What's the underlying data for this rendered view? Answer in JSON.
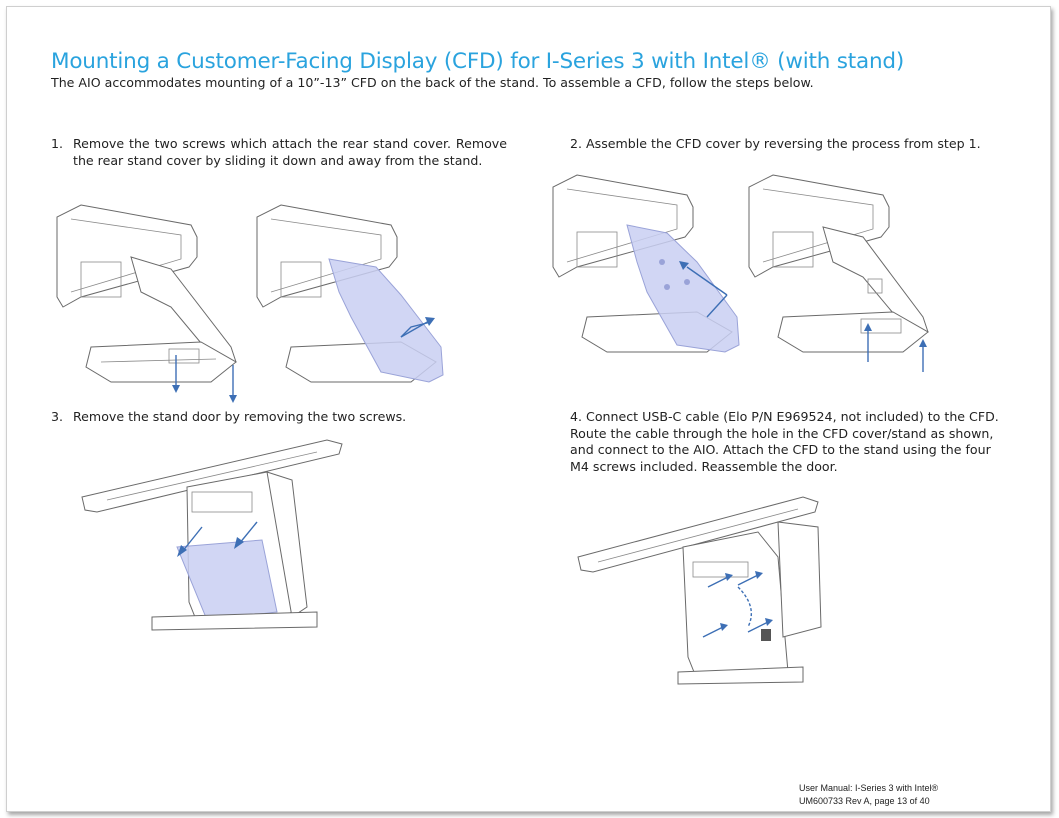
{
  "page": {
    "title": "Mounting a Customer-Facing Display (CFD) for I-Series 3 with Intel® (with stand)",
    "intro": "The AIO accommodates mounting of a 10”-13” CFD on the back of the stand.  To assemble a CFD, follow the steps below."
  },
  "steps": [
    {
      "number": "1.",
      "text": "Remove the two screws which attach the rear stand cover. Remove the rear stand cover by sliding it down and away from the stand."
    },
    {
      "number": "2.",
      "text": "Assemble the CFD cover by reversing the process from step 1."
    },
    {
      "number": "3.",
      "text": "Remove the stand door by removing the two screws."
    },
    {
      "number": "4.",
      "text": "Connect USB-C cable (Elo P/N E969524, not included) to the CFD.  Route the cable through the hole in the CFD cover/stand as shown, and connect to the AIO.  Attach the CFD to the stand using the four M4 screws included.  Reassemble the door."
    }
  ],
  "footer": {
    "line1": "User Manual: I-Series 3 with Intel®",
    "line2": "UM600733 Rev A, page 13 of 40"
  },
  "colors": {
    "title": "#2aa3de",
    "arrow": "#3d6fb5",
    "cover_highlight": "#c9cff2"
  }
}
